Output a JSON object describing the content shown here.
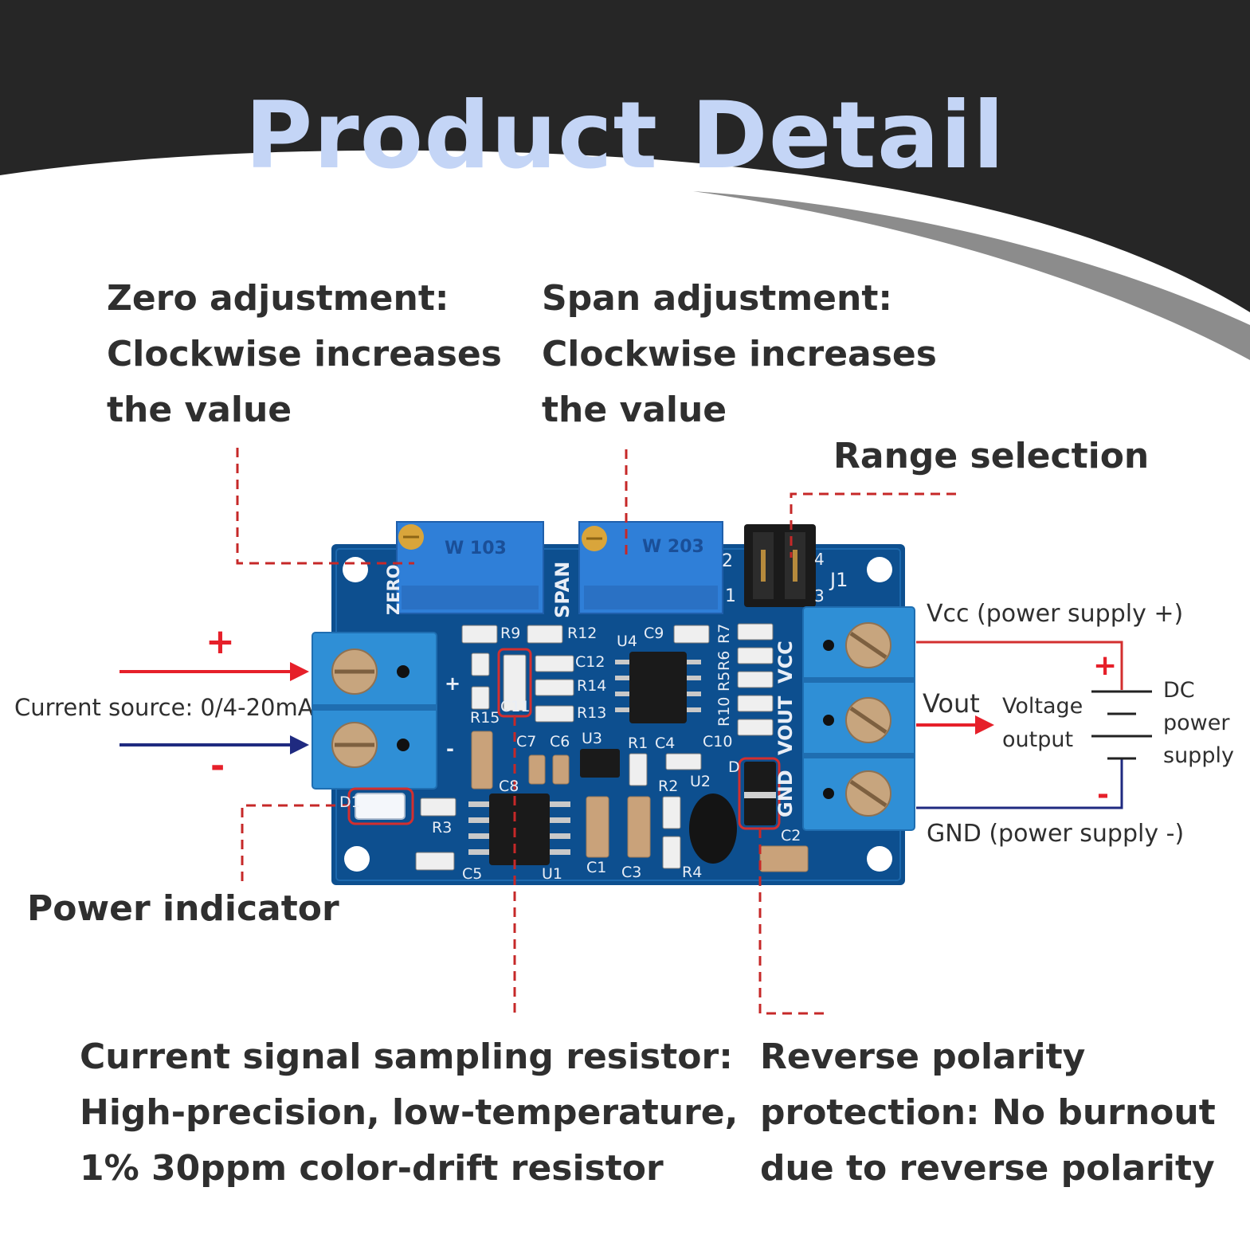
{
  "header": {
    "title": "Product Detail"
  },
  "colors": {
    "header_bg": "#262626",
    "title": "#c4d5f6",
    "pcb": "#0d4f8f",
    "terminal": "#2f8fd6",
    "trimmer": "#2f7fd8",
    "callout_line": "#c62828",
    "arrow_positive": "#e6202a",
    "arrow_negative": "#1f2a80"
  },
  "callouts": {
    "zero": {
      "lines": [
        "Zero adjustment:",
        "Clockwise increases",
        "the value"
      ]
    },
    "span": {
      "lines": [
        "Span adjustment:",
        "Clockwise increases",
        "the value"
      ]
    },
    "range": {
      "label": "Range selection"
    },
    "power_indicator": {
      "label": "Power indicator"
    },
    "sampling_resistor": {
      "lines": [
        "Current signal sampling resistor:",
        "High-precision, low-temperature,",
        "1% 30ppm color-drift resistor"
      ]
    },
    "reverse_polarity": {
      "lines": [
        "Reverse polarity",
        "protection: No burnout",
        "due to reverse polarity"
      ]
    }
  },
  "input": {
    "label": "Current source: 0/4-20mA",
    "plus": "+",
    "minus": "-"
  },
  "output": {
    "vcc": "Vcc (power supply +)",
    "vout": "Vout",
    "voltage_output": [
      "Voltage",
      "output"
    ],
    "gnd": "GND (power supply -)",
    "dc_supply": [
      "DC",
      "power",
      "supply"
    ],
    "plus": "+",
    "minus": "-"
  },
  "board": {
    "pots": [
      "W 103",
      "W 203"
    ],
    "pot_labels": [
      "ZERO",
      "SPAN"
    ],
    "jumper_pins": [
      "2",
      "1",
      "4",
      "3"
    ],
    "jumper_name": "J1",
    "terminal_labels": [
      "VCC",
      "VOUT",
      "GND"
    ],
    "input_marks": [
      "+",
      "-"
    ],
    "parts": [
      "R9",
      "R12",
      "U4",
      "C9",
      "R7",
      "C12",
      "R14",
      "R13",
      "R6",
      "R5",
      "R10",
      "C11",
      "R15",
      "C7",
      "C6",
      "U3",
      "R1",
      "C4",
      "C10",
      "C8",
      "R2",
      "U2",
      "D",
      "D1",
      "R3",
      "C5",
      "U1",
      "C1",
      "C3",
      "R4",
      "C2"
    ]
  }
}
